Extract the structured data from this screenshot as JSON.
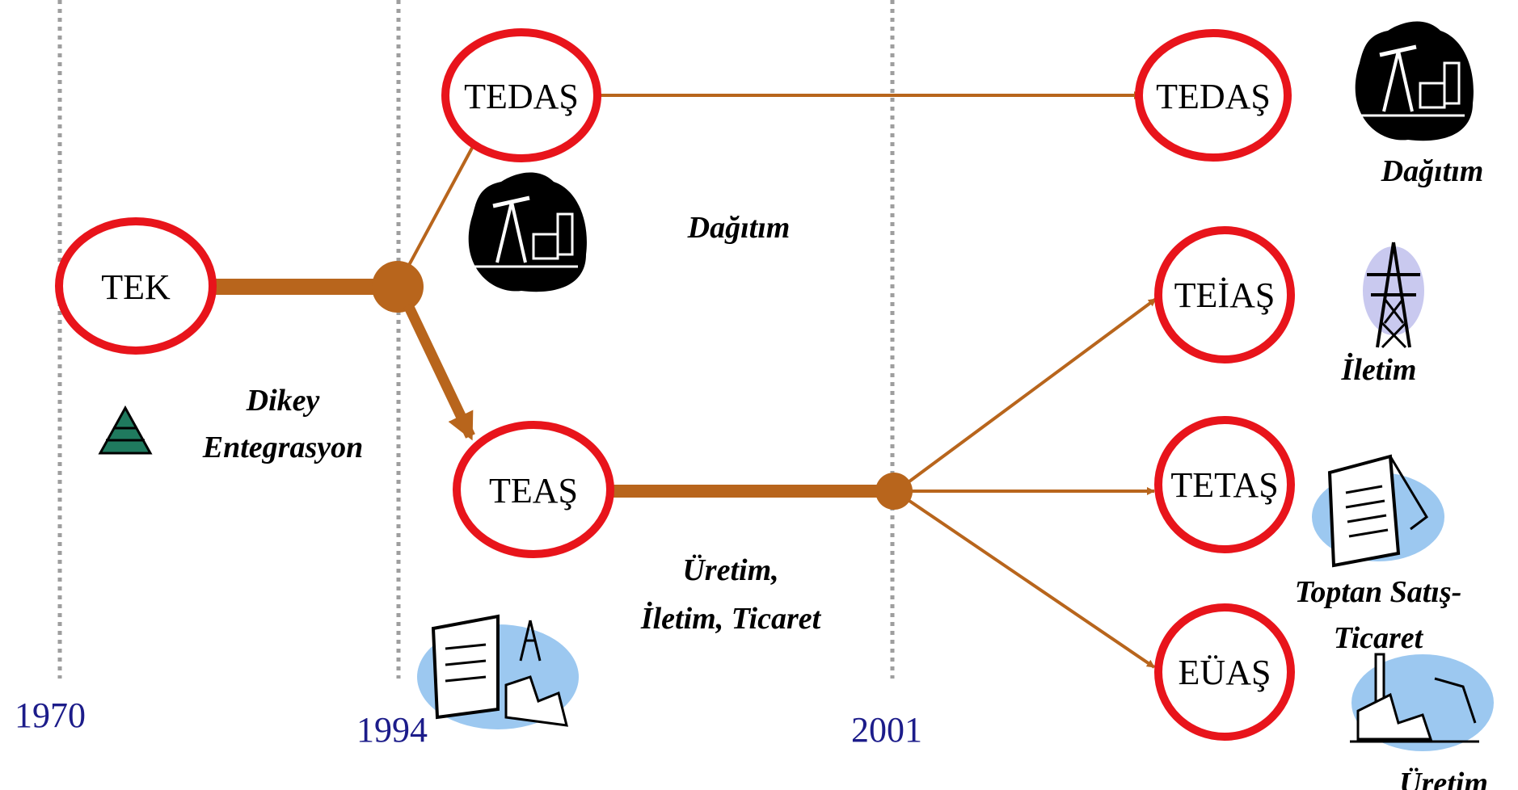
{
  "years": [
    "1970",
    "1994",
    "2001"
  ],
  "nodes": {
    "tek": "TEK",
    "tedas_1994": "TEDAŞ",
    "teas": "TEAŞ",
    "tedas_2001": "TEDAŞ",
    "teias": "TEİAŞ",
    "tetas": "TETAŞ",
    "euas": "EÜAŞ"
  },
  "captions": {
    "dikey_line1": "Dikey",
    "dikey_line2": "Entegrasyon",
    "dagitim_mid": "Dağıtım",
    "uretim_mid_line1": "Üretim,",
    "uretim_mid_line2": "İletim, Ticaret",
    "dagitim_right": "Dağıtım",
    "iletim_right": "İletim",
    "toptan_line1": "Toptan Satış-",
    "toptan_line2": "Ticaret",
    "uretim_right": "Üretim"
  },
  "colors": {
    "node_ring": "#e8141b",
    "connector": "#b8651c",
    "year_text": "#1c1c8a",
    "divider": "#9e9e9e",
    "pyramid": "#1f7a5e",
    "clipart_blue": "#9cc8f0"
  },
  "icons": {
    "pyramid": "pyramid-icon",
    "oil_pump": "oil-pump-icon",
    "factory": "factory-icon",
    "power_tower": "power-tower-icon",
    "document": "document-icon"
  }
}
